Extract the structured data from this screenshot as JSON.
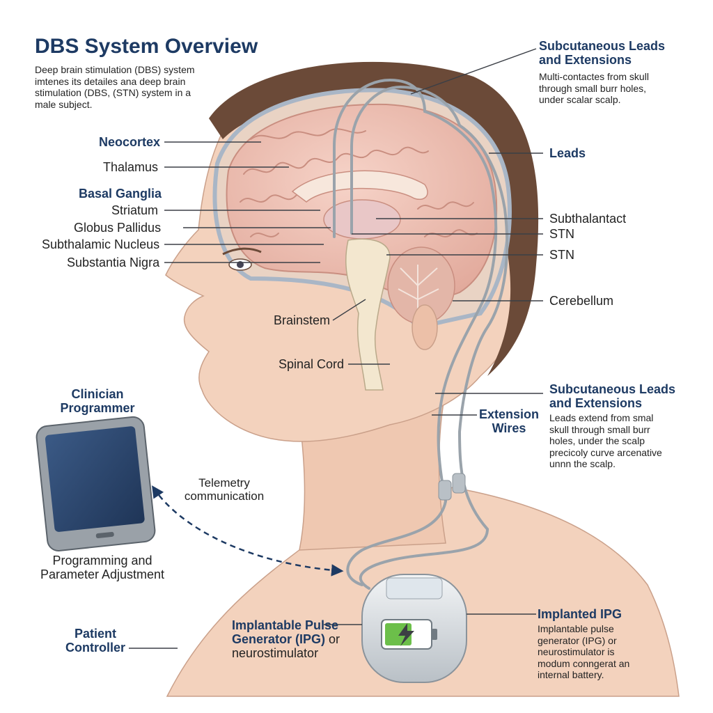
{
  "title": "DBS System Overview",
  "intro": [
    "Deep brain stimulation (DBS) system",
    "imtenes its detailes ana deep brain",
    "stimulation (DBS, (STN) system in a",
    "male subject."
  ],
  "left_labels": {
    "neocortex": "Neocortex",
    "thalamus": "Thalamus",
    "basal_ganglia": "Basal Ganglia",
    "striatum": "Striatum",
    "globus_pallidus": "Globus Pallidus",
    "subthalamic_nucleus": "Subthalamic Nucleus",
    "substantia_nigra": "Substantia Nigra"
  },
  "inner_labels": {
    "brainstem": "Brainstem",
    "spinal_cord": "Spinal Cord"
  },
  "right_top": {
    "heading": [
      "Subcutaneous Leads",
      "and Extensions"
    ],
    "desc": [
      "Multi-contactes from skull",
      "through small burr holes,",
      "under scalar scalp."
    ]
  },
  "right_labels": {
    "leads": "Leads",
    "subthalantact": "Subthalantact",
    "stn_1": "STN",
    "stn_2": "STN",
    "cerebellum": "Cerebellum"
  },
  "right_mid": {
    "heading": [
      "Subcutaneous Leads",
      "and Extensions"
    ],
    "desc": [
      "Leads extend from smal",
      "skull through small burr",
      "holes, under the scalp",
      "precicoly curve arcenative",
      "unnn the scalp."
    ]
  },
  "extension_wires": [
    "Extension",
    "Wires"
  ],
  "clinician_programmer": [
    "Clinician",
    "Programmer"
  ],
  "telemetry": [
    "Telemetry",
    "communication"
  ],
  "programming": [
    "Programming and",
    "Parameter Adjustment"
  ],
  "patient_controller": [
    "Patient",
    "Controller"
  ],
  "ipg_label": {
    "bold": [
      "Implantable Pulse",
      "Generator (IPG)"
    ],
    "suffix": " or",
    "line3": "neurostimulator"
  },
  "implanted_ipg": {
    "heading": "Implanted IPG",
    "desc": [
      "Implantable pulse",
      "generator (IPG) or",
      "neurostimulator is",
      "modum conngerat an",
      "internal battery."
    ]
  },
  "colors": {
    "heading": "#1d3a63",
    "skin": "#f3d2bd",
    "hair": "#6b4a38",
    "brain": "#efc3b6",
    "lead": "#9aa3ab"
  }
}
